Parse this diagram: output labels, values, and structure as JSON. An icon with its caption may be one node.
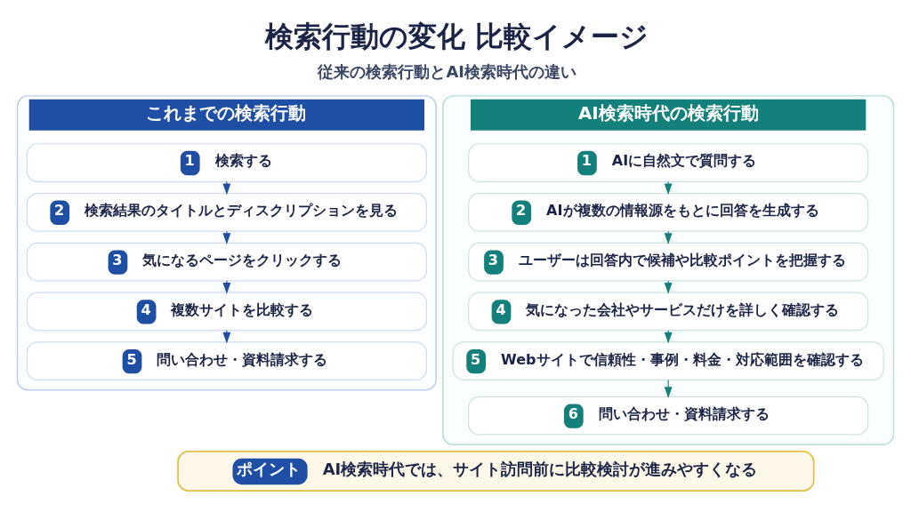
{
  "diagram": {
    "title": "検索行動の変化 比較イメージ",
    "nodes": [
      {
        "text": [
          "これまでの検索行動"
        ]
      },
      {
        "text": [
          "1",
          "検索する"
        ],
        "in": 0
      },
      {
        "text": [
          "2",
          "検索結果のタイトルとディスクリプションを見る"
        ],
        "in": 0
      },
      {
        "text": [
          "3",
          "気になるページをクリックする"
        ],
        "in": 0
      },
      {
        "text": [
          "4",
          "複数サイトを比較する"
        ],
        "in": 0
      },
      {
        "text": [
          "5",
          "問い合わせ・資料請求する"
        ],
        "in": 0
      },
      {
        "text": [
          "AI検索時代の検索行動"
        ]
      },
      {
        "text": [
          "1",
          "AIに自然文で質問する"
        ],
        "in": 6
      },
      {
        "text": [
          "2",
          "AIが複数の情報源をもとに回答を生成する"
        ],
        "in": 6
      },
      {
        "text": [
          "3",
          "ユーザーは回答内で候補や比較ポイントを把握する"
        ],
        "in": 6
      },
      {
        "text": [
          "4",
          "気になった会社やサービスだけを詳しく確認する"
        ],
        "in": 6
      },
      {
        "text": [
          "5",
          "Webサイトで信頼性・事例・料金・対応範囲を確認する"
        ],
        "in": 6
      },
      {
        "text": [
          "6",
          "問い合わせ・資料請求する"
        ],
        "in": 6
      },
      {
        "text": [
          "ポイント",
          "AI検索時代では、サイト訪問前に比較検討が進みやすくなる"
        ]
      }
    ],
    "edges": [
      {
        "from": 1,
        "to": 2,
        "arrow": "to"
      },
      {
        "from": 2,
        "to": 3,
        "arrow": "to"
      },
      {
        "from": 3,
        "to": 4,
        "arrow": "to"
      },
      {
        "from": 4,
        "to": 5,
        "arrow": "to"
      },
      {
        "from": 7,
        "to": 8,
        "arrow": "to"
      },
      {
        "from": 8,
        "to": 9,
        "arrow": "to"
      },
      {
        "from": 9,
        "to": 10,
        "arrow": "to"
      },
      {
        "from": 10,
        "to": 11,
        "arrow": "to"
      },
      {
        "from": 11,
        "to": 12,
        "arrow": "to"
      }
    ],
    "labels": [
      "従来の検索行動とAI検索時代の違い"
    ]
  }
}
